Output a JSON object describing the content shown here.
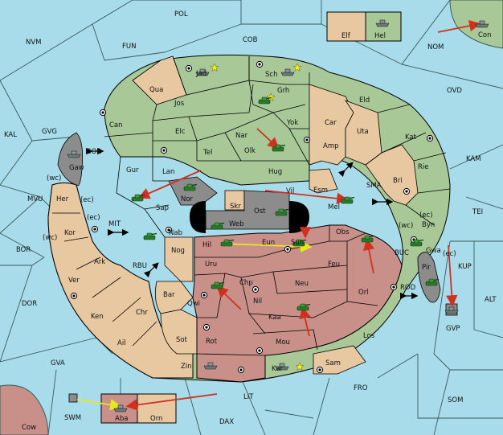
{
  "colors": {
    "sea": "#a8dcea",
    "green": "#a8c898",
    "tan": "#e8c8a0",
    "brown": "#c89088",
    "gray": "#8c8c8c",
    "border": "#3a5a5a",
    "move_red": "#d03020",
    "move_yellow": "#e8e820",
    "black": "#000000"
  },
  "sea_labels": {
    "POL": "POL",
    "NVM": "NVM",
    "FUN": "FUN",
    "COB": "COB",
    "NOM": "NOM",
    "OVD": "OVD",
    "KAL": "KAL",
    "GVG": "GVG",
    "KAM": "KAM",
    "MVU": "MVU",
    "TEI": "TEI",
    "BOR": "BOR",
    "KUP": "KUP",
    "DOR": "DOR",
    "ALT": "ALT",
    "GVA": "GVA",
    "FRO": "FRO",
    "SOM": "SOM",
    "LIT": "LIT",
    "DAX": "DAX",
    "SMA": "SMA",
    "MIT": "MIT",
    "RBU": "RBU",
    "ROD": "ROD",
    "BUC": "BUC",
    "GOR": "GOR",
    "GVP": "GVP",
    "SWM": "SWM"
  },
  "land_labels": {
    "Elf": "Elf",
    "Hel": "Hel",
    "Con": "Con",
    "Jad": "Jad",
    "Sch": "Sch",
    "Qua": "Qua",
    "Grh": "Grh",
    "Jos": "Jos",
    "Eld": "Eld",
    "Can": "Can",
    "Yok": "Yok",
    "Car": "Car",
    "Elc": "Elc",
    "Nar": "Nar",
    "Uta": "Uta",
    "Tel": "Tel",
    "Olk": "Olk",
    "Amp": "Amp",
    "Kat": "Kat",
    "Gaw": "Gaw",
    "Gur": "Gur",
    "Hug": "Hug",
    "Rie": "Rie",
    "Lan": "Lan",
    "Vil": "Vil",
    "Esm": "Esm",
    "Bri": "Bri",
    "Her": "Her",
    "Nor": "Nor",
    "Skr": "Skr",
    "Sap": "Sap",
    "Ost": "Ost",
    "Mel": "Mel",
    "Web": "Web",
    "Byn": "Byn",
    "Kor": "Kor",
    "Nab": "Nab",
    "Obs": "Obs",
    "Gwa": "Gwa",
    "Hil": "Hil",
    "Eun": "Eun",
    "Sun": "Sun",
    "Nog": "Nog",
    "Pir": "Pir",
    "Ark": "Ark",
    "Uru": "Uru",
    "Feu": "Feu",
    "Ver": "Ver",
    "Chp": "Chp",
    "Neu": "Neu",
    "Orl": "Orl",
    "Bar": "Bar",
    "Qwi": "Qwi",
    "Nil": "Nil",
    "Ken": "Ken",
    "Chr": "Chr",
    "Kaa": "Kaa",
    "Ail": "Ail",
    "Sot": "Sot",
    "Rot": "Rot",
    "Mou": "Mou",
    "Los": "Los",
    "Zin": "Zin",
    "Kar": "Kar",
    "Sam": "Sam",
    "Aba": "Aba",
    "Orn": "Orn",
    "Cow": "Cow"
  },
  "coast_labels": {
    "wc1": "(wc)",
    "ec1": "(ec)",
    "ec2": "(ec)",
    "wc2": "(wc)",
    "wc3": "(wc)",
    "ec3": "(ec)",
    "ec4": "(ec)"
  }
}
